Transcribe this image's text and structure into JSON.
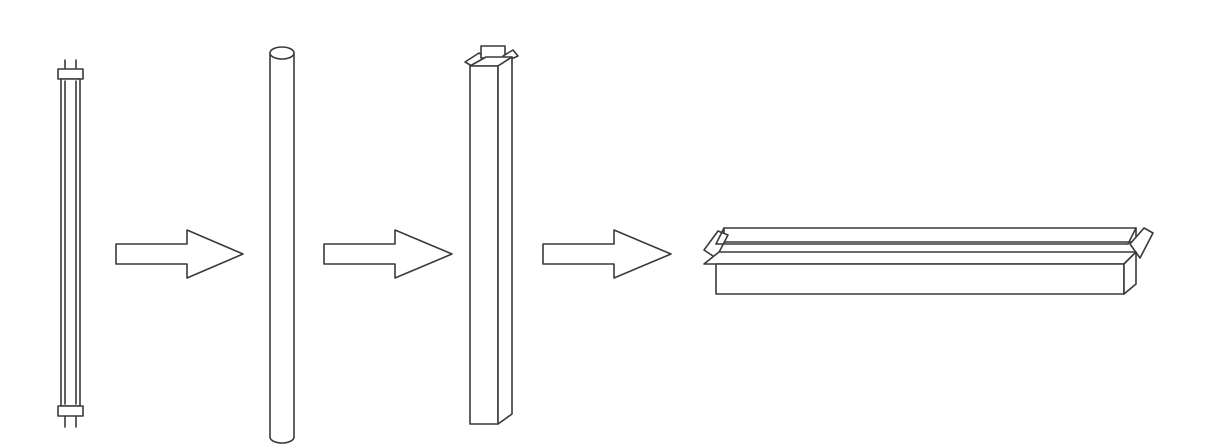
{
  "diagram": {
    "type": "packing-process",
    "steps": [
      {
        "id": "led-tube",
        "icon": "led-tube-icon"
      },
      {
        "id": "protective-sleeve",
        "icon": "tube-sleeve-icon"
      },
      {
        "id": "single-carton",
        "icon": "single-box-icon"
      },
      {
        "id": "master-carton",
        "icon": "master-carton-icon"
      }
    ],
    "connectors": [
      "arrow-right-icon",
      "arrow-right-icon",
      "arrow-right-icon"
    ],
    "colors": {
      "line": "#3a3a3a",
      "background": "#ffffff"
    }
  }
}
